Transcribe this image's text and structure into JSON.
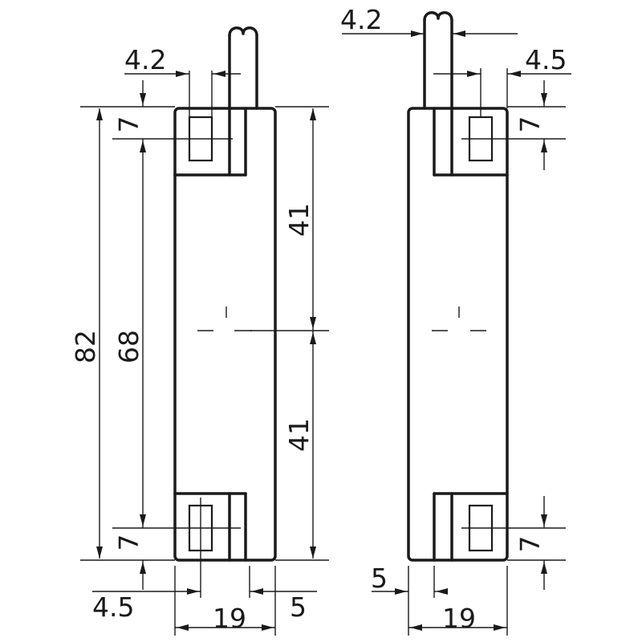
{
  "dimensions": {
    "left_view": {
      "cable_slot_width": "4.2",
      "top_slot_height": "7",
      "overall_height": "82",
      "hole_spacing": "68",
      "upper_half": "41",
      "lower_half": "41",
      "bottom_slot_height": "7",
      "slot_offset": "4.5",
      "width": "19",
      "step_width": "5"
    },
    "right_view": {
      "cable_diameter": "4.2",
      "slot_width": "4.5",
      "top_slot_height": "7",
      "bottom_slot_height": "7",
      "step_width": "5",
      "width": "19"
    }
  }
}
